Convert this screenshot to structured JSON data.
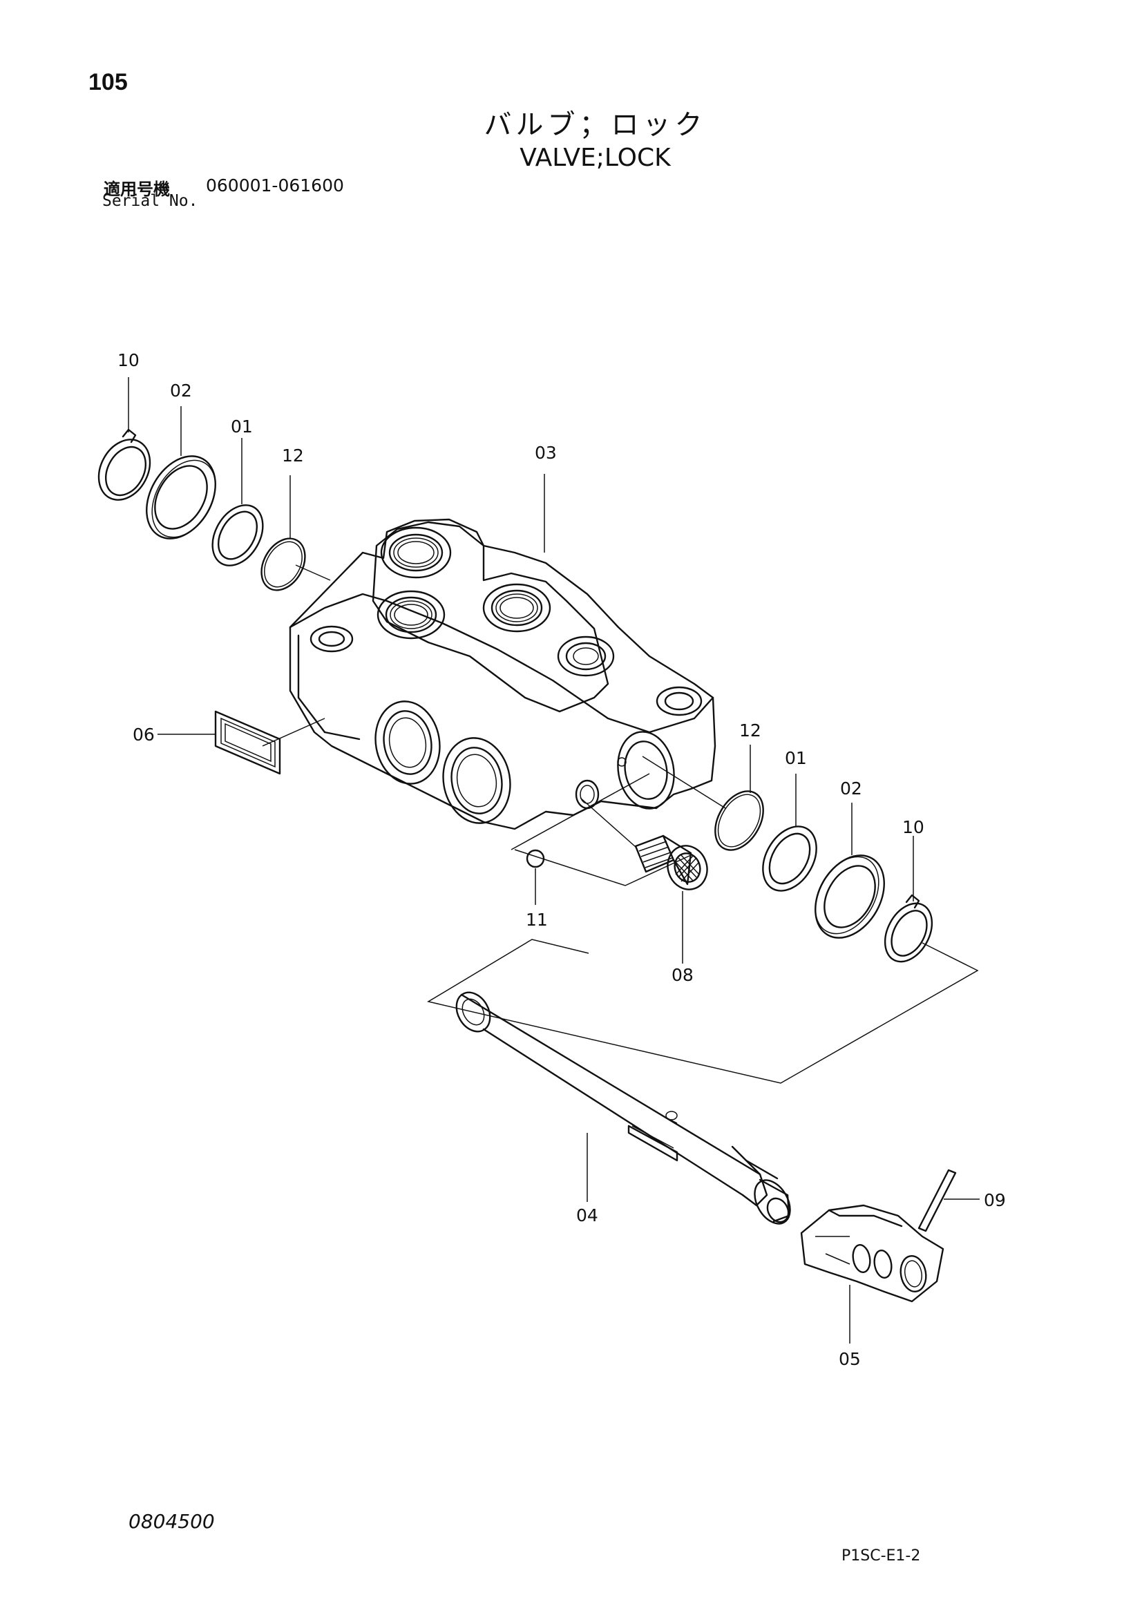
{
  "header": {
    "page_number": "105",
    "title_jp": "バルブ；ロック",
    "title_en": "VALVE;LOCK",
    "serial_label_jp": "適用号機",
    "serial_range": "060001-061600",
    "serial_label_en": "Serial No."
  },
  "callouts": {
    "c10_left": "10",
    "c02_left": "02",
    "c01_left": "01",
    "c12_left": "12",
    "c03": "03",
    "c06": "06",
    "c12_right": "12",
    "c01_right": "01",
    "c02_right": "02",
    "c10_right": "10",
    "c11": "11",
    "c08": "08",
    "c04": "04",
    "c09": "09",
    "c05": "05"
  },
  "footer": {
    "doc_code": "0804500",
    "sheet_code": "P1SC-E1-2"
  }
}
